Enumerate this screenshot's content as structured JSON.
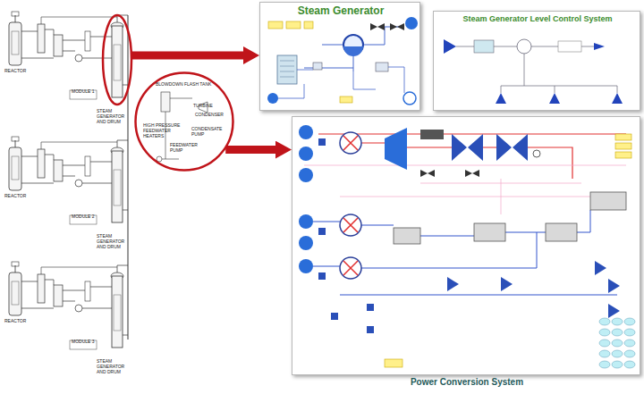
{
  "diagram": {
    "nodes": [
      {
        "text": [
          "BLOWDOWN FLASH TANK",
          "TURBINE",
          "CONDENSER",
          "HIGH PRESSURE FEEDWATER HEATERS",
          "FEEDWATER PUMP",
          "CONDENSATE PUMP"
        ]
      },
      {
        "text": [
          "Steam Generator"
        ]
      },
      {
        "text": [
          "Steam Generator Level Control System"
        ]
      },
      {
        "text": [
          "Power Conversion System"
        ]
      }
    ],
    "edges": [
      {
        "from": 0,
        "to": 3,
        "arrow": "to"
      }
    ],
    "labels": [
      "MODULE 1",
      "MODULE 2",
      "MODULE 3",
      "REACTOR",
      "REACTOR",
      "REACTOR",
      "STEAM GENERATOR AND DRUM",
      "STEAM GENERATOR AND DRUM",
      "STEAM GENERATOR AND DRUM"
    ]
  }
}
